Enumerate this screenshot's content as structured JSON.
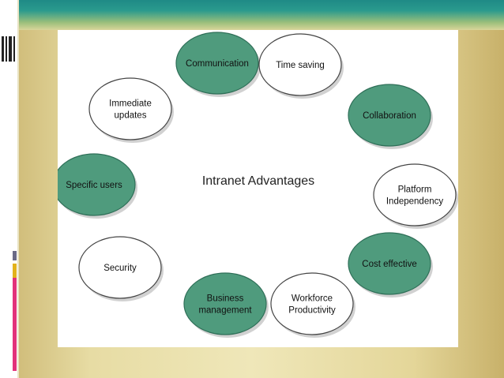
{
  "diagram": {
    "center_label": "Intranet Advantages",
    "colors": {
      "filled": "#4f9b7d",
      "filled_stroke": "#2f6f58",
      "outline_stroke": "#444444"
    },
    "nodes": [
      {
        "label": [
          "Communication"
        ],
        "filled": true
      },
      {
        "label": [
          "Time saving"
        ],
        "filled": false
      },
      {
        "label": [
          "Collaboration"
        ],
        "filled": true
      },
      {
        "label": [
          "Platform",
          "Independency"
        ],
        "filled": false
      },
      {
        "label": [
          "Cost effective"
        ],
        "filled": true
      },
      {
        "label": [
          "Workforce",
          "Productivity"
        ],
        "filled": false
      },
      {
        "label": [
          "Business",
          "management"
        ],
        "filled": true
      },
      {
        "label": [
          "Security"
        ],
        "filled": false
      },
      {
        "label": [
          "Specific users"
        ],
        "filled": true
      },
      {
        "label": [
          "Immediate",
          "updates"
        ],
        "filled": false
      }
    ]
  }
}
